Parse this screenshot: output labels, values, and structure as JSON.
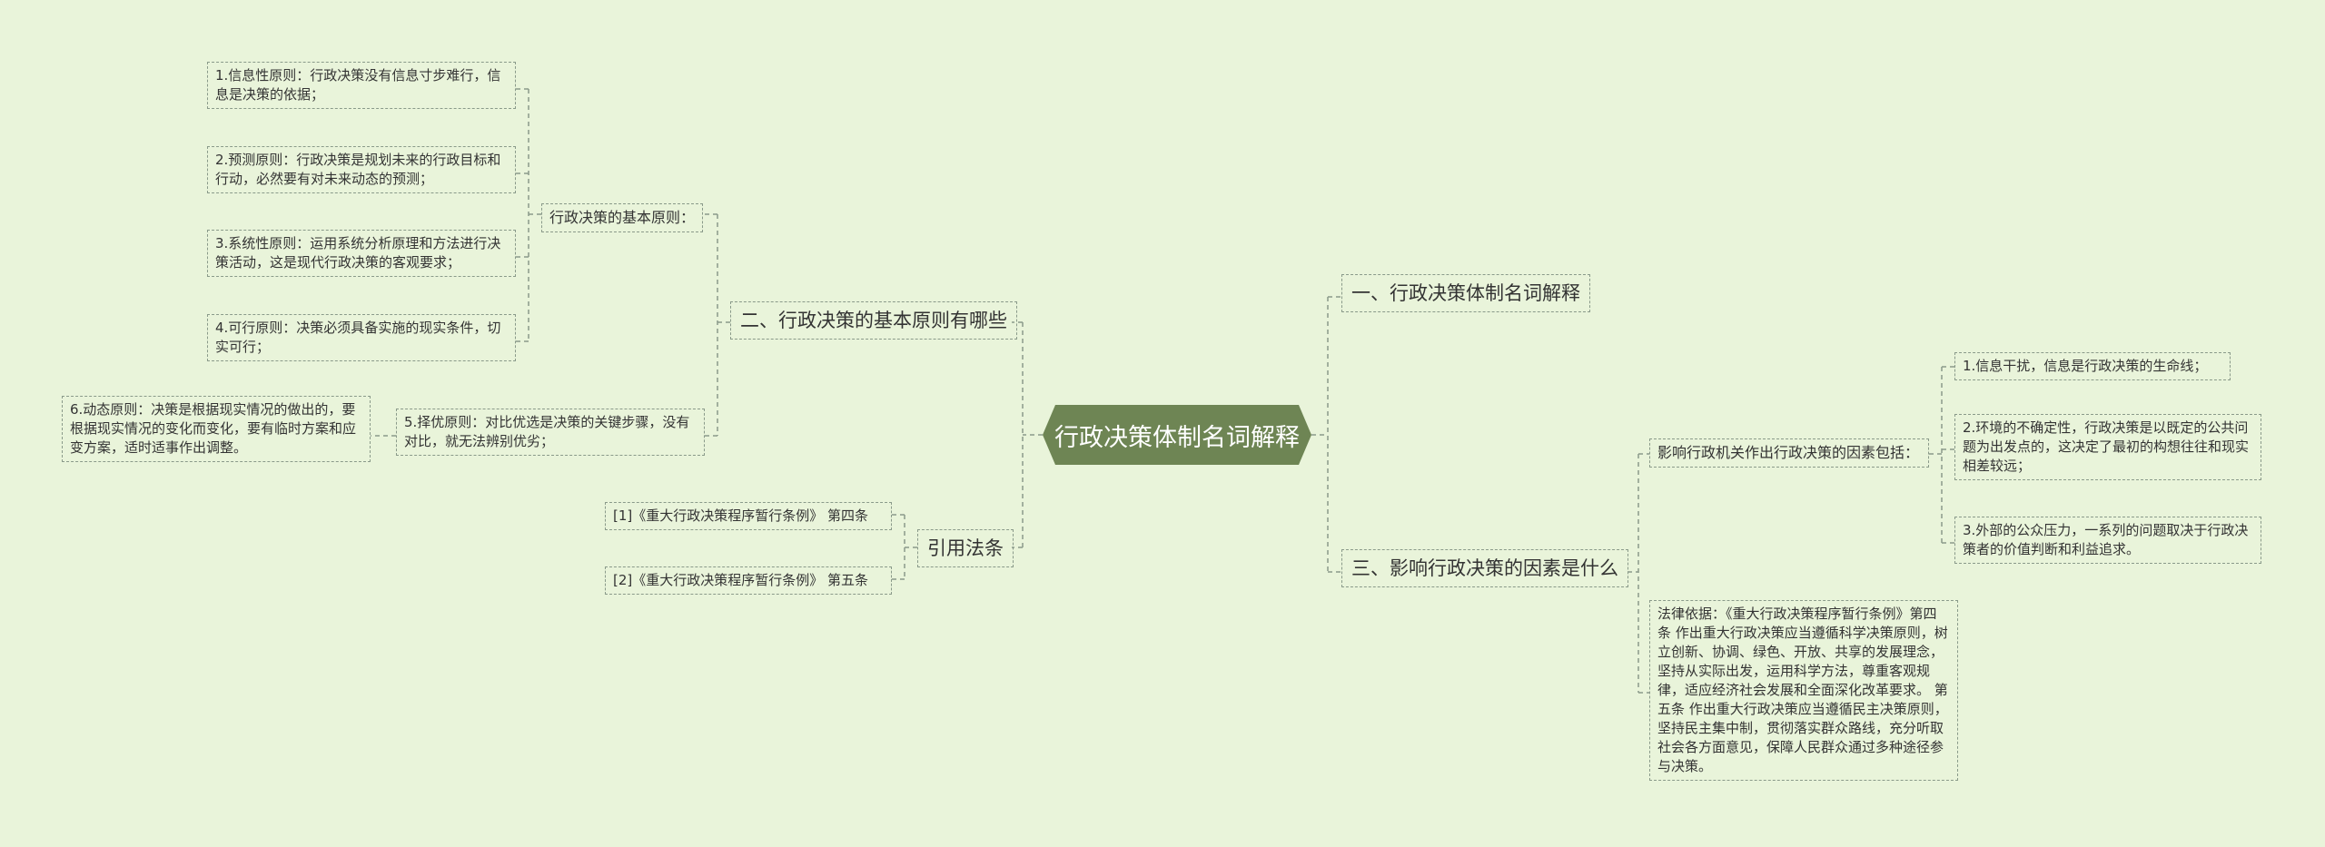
{
  "root": {
    "title": "行政决策体制名词解释"
  },
  "branches": {
    "b1": "一、行政决策体制名词解释",
    "b2": "二、行政决策的基本原则有哪些",
    "b3": "三、影响行政决策的因素是什么",
    "b4": "引用法条"
  },
  "b2": {
    "group": "行政决策的基本原则：",
    "items": [
      "1.信息性原则：行政决策没有信息寸步难行，信息是决策的依据；",
      "2.预测原则：行政决策是规划未来的行政目标和行动，必然要有对未来动态的预测；",
      "3.系统性原则：运用系统分析原理和方法进行决策活动，这是现代行政决策的客观要求；",
      "4.可行原则：决策必须具备实施的现实条件，切实可行；",
      "5.择优原则：对比优选是决策的关键步骤，没有对比，就无法辨别优劣；"
    ],
    "sub": "6.动态原则：决策是根据现实情况的做出的，要根据现实情况的变化而变化，要有临时方案和应变方案，适时适事作出调整。"
  },
  "b4": {
    "items": [
      "[1]《重大行政决策程序暂行条例》 第四条",
      "[2]《重大行政决策程序暂行条例》 第五条"
    ]
  },
  "b3": {
    "group": "影响行政机关作出行政决策的因素包括：",
    "items": [
      "1.信息干扰，信息是行政决策的生命线；",
      "2.环境的不确定性，行政决策是以既定的公共问题为出发点的，这决定了最初的构想往往和现实相差较远；",
      "3.外部的公众压力，一系列的问题取决于行政决策者的价值判断和利益追求。"
    ],
    "law": "法律依据：《重大行政决策程序暂行条例》第四条 作出重大行政决策应当遵循科学决策原则，树立创新、协调、绿色、开放、共享的发展理念，坚持从实际出发，运用科学方法，尊重客观规律，适应经济社会发展和全面深化改革要求。 第五条 作出重大行政决策应当遵循民主决策原则，坚持民主集中制，贯彻落实群众路线，充分听取社会各方面意见，保障人民群众通过多种途径参与决策。"
  },
  "colors": {
    "background": "#e9f4da",
    "root_fill": "#6e8554",
    "line": "#8a9a8a"
  }
}
